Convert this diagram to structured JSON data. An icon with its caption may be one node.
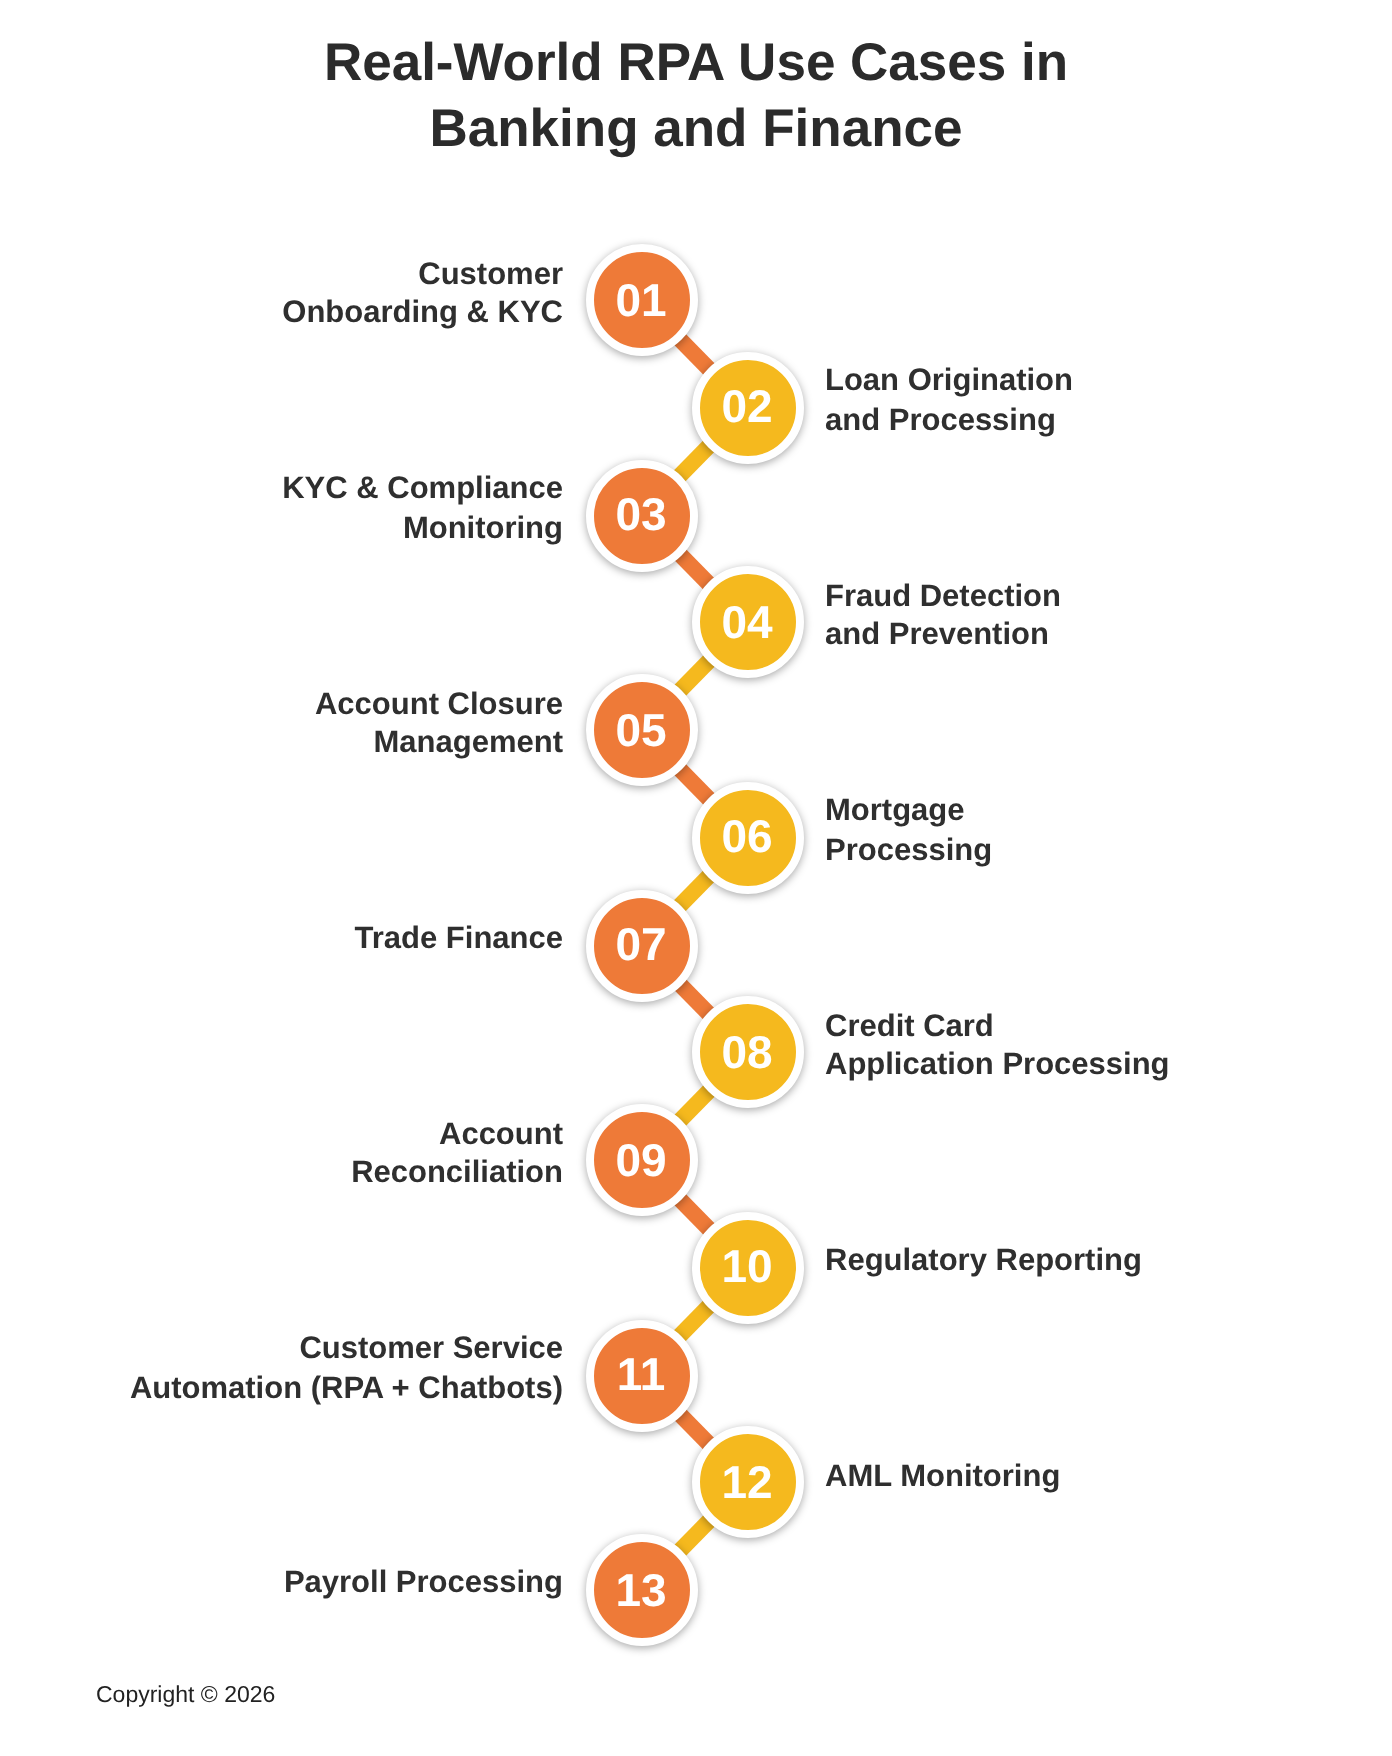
{
  "diagram": {
    "title": "Real-World RPA Use Cases in Banking and Finance",
    "nodes": [
      {
        "text": [
          "01"
        ],
        "beside": [
          "Customer Onboarding & KYC"
        ]
      },
      {
        "text": [
          "02"
        ],
        "beside": [
          "Loan Origination and Processing"
        ]
      },
      {
        "text": [
          "03"
        ],
        "beside": [
          "KYC & Compliance Monitoring"
        ]
      },
      {
        "text": [
          "04"
        ],
        "beside": [
          "Fraud Detection and Prevention"
        ]
      },
      {
        "text": [
          "05"
        ],
        "beside": [
          "Account Closure Management"
        ]
      },
      {
        "text": [
          "06"
        ],
        "beside": [
          "Mortgage Processing"
        ]
      },
      {
        "text": [
          "07"
        ],
        "beside": [
          "Trade Finance"
        ]
      },
      {
        "text": [
          "08"
        ],
        "beside": [
          "Credit Card Application Processing"
        ]
      },
      {
        "text": [
          "09"
        ],
        "beside": [
          "Account Reconciliation"
        ]
      },
      {
        "text": [
          "10"
        ],
        "beside": [
          "Regulatory Reporting"
        ]
      },
      {
        "text": [
          "11"
        ],
        "beside": [
          "Customer Service Automation (RPA + Chatbots)"
        ]
      },
      {
        "text": [
          "12"
        ],
        "beside": [
          "AML Monitoring"
        ]
      },
      {
        "text": [
          "13"
        ],
        "beside": [
          "Payroll Processing"
        ]
      }
    ],
    "edges": [
      {
        "from": 0,
        "to": 1,
        "arrow": "none",
        "color": "#ee7a38"
      },
      {
        "from": 1,
        "to": 2,
        "arrow": "none",
        "color": "#f5b91e"
      },
      {
        "from": 2,
        "to": 3,
        "arrow": "none",
        "color": "#ee7a38"
      },
      {
        "from": 3,
        "to": 4,
        "arrow": "none",
        "color": "#f5b91e"
      },
      {
        "from": 4,
        "to": 5,
        "arrow": "none",
        "color": "#ee7a38"
      },
      {
        "from": 5,
        "to": 6,
        "arrow": "none",
        "color": "#f5b91e"
      },
      {
        "from": 6,
        "to": 7,
        "arrow": "none",
        "color": "#ee7a38"
      },
      {
        "from": 7,
        "to": 8,
        "arrow": "none",
        "color": "#f5b91e"
      },
      {
        "from": 8,
        "to": 9,
        "arrow": "none",
        "color": "#ee7a38"
      },
      {
        "from": 9,
        "to": 10,
        "arrow": "none",
        "color": "#f5b91e"
      },
      {
        "from": 10,
        "to": 11,
        "arrow": "none",
        "color": "#ee7a38"
      },
      {
        "from": 11,
        "to": 12,
        "arrow": "none",
        "color": "#f5b91e"
      }
    ],
    "labels": [
      "Copyright © 2026"
    ]
  }
}
